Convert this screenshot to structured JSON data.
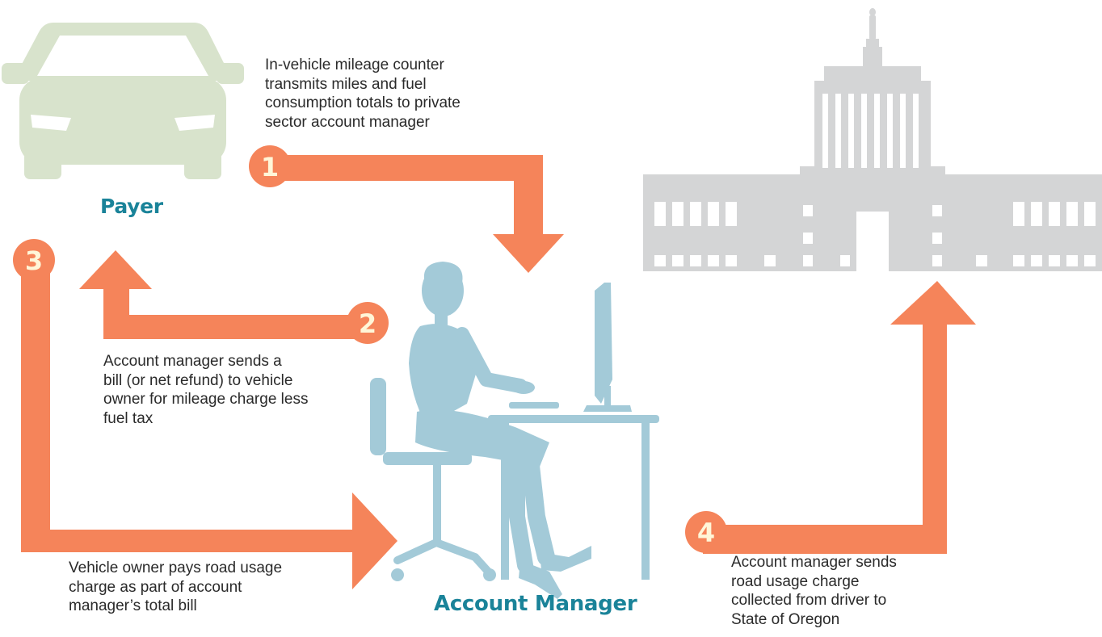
{
  "labels": {
    "payer": "Payer",
    "account_manager": "Account Manager"
  },
  "steps": [
    {
      "number": "1",
      "text": "In-vehicle mileage counter\ntransmits miles and fuel\nconsumption totals to private\nsector account manager"
    },
    {
      "number": "2",
      "text": "Account manager sends a\nbill (or net refund) to vehicle\nowner for mileage charge less\nfuel tax"
    },
    {
      "number": "3",
      "text": "Vehicle owner pays road usage\ncharge as part of account\nmanager’s total bill"
    },
    {
      "number": "4",
      "text": "Account manager sends\nroad usage charge\ncollected from driver to\nState of Oregon"
    }
  ],
  "icons": {
    "payer": "car-icon",
    "account_manager": "person-at-computer-icon",
    "state": "capitol-building-icon"
  },
  "colors": {
    "arrow": "#f5845a",
    "badge_number": "#fff6d8",
    "car": "#d8e3cc",
    "person": "#a3cad8",
    "building": "#d4d5d6",
    "role_label": "#1a8399",
    "caption_text": "#2a2a2a"
  }
}
